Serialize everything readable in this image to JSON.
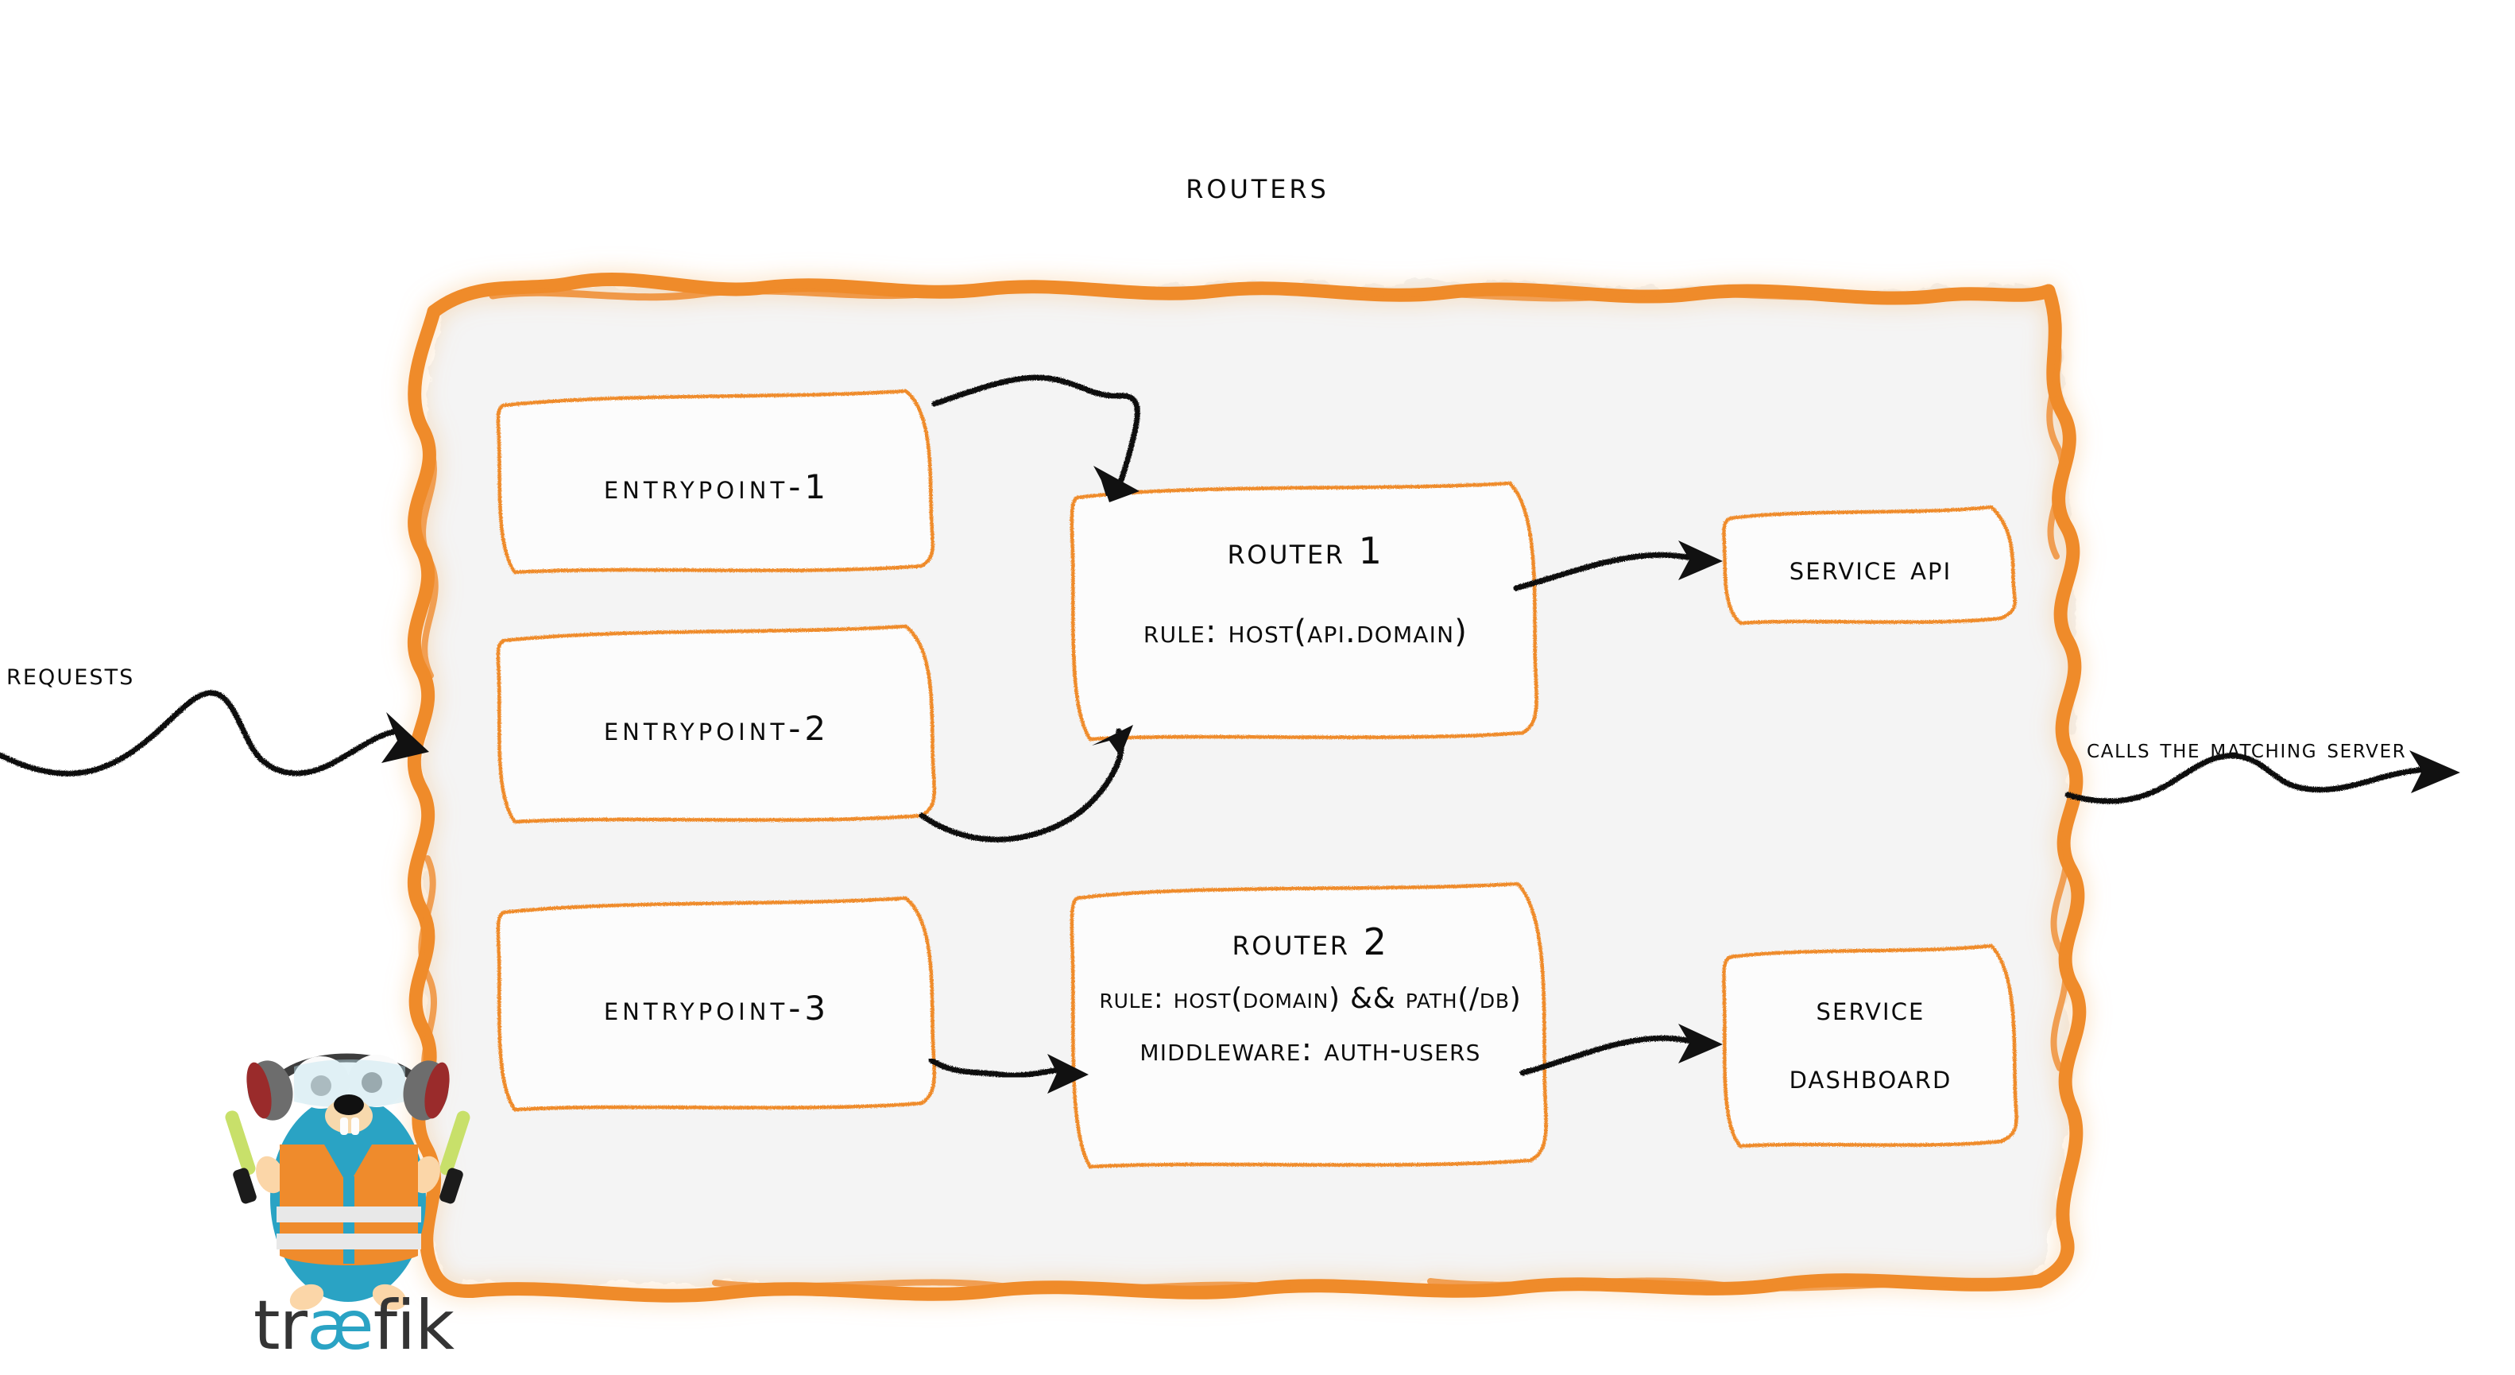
{
  "diagram": {
    "title": "Routers",
    "type": "traefik-routing-architecture",
    "colors": {
      "accent_orange": "#ef8b2c",
      "panel_background": "#f5f5f5",
      "node_background": "#fbfbfb",
      "stroke_black": "#0c0c0c",
      "logo_blue": "#2aa3c4",
      "logo_dark": "#343434",
      "page_background": "#ffffff"
    }
  },
  "labels": {
    "requests": "Requests",
    "calls_server": "Calls the matching server"
  },
  "entrypoints": [
    {
      "id": "entrypoint-1",
      "label": "entrypoint-1"
    },
    {
      "id": "entrypoint-2",
      "label": "entrypoint-2"
    },
    {
      "id": "entrypoint-3",
      "label": "entrypoint-3"
    }
  ],
  "routers": [
    {
      "id": "router-1",
      "title": "Router 1",
      "lines": [
        "rule: Host(api.domain)"
      ]
    },
    {
      "id": "router-2",
      "title": "Router 2",
      "lines": [
        "rule: Host(domain) && Path(/db)",
        "Middleware: auth-users"
      ]
    }
  ],
  "services": [
    {
      "id": "service-api",
      "lines": [
        "Service API"
      ]
    },
    {
      "id": "service-dashboard",
      "lines": [
        "Service",
        "Dashboard"
      ]
    }
  ],
  "connections": [
    {
      "from": "entrypoint-1",
      "to": "router-1"
    },
    {
      "from": "entrypoint-2",
      "to": "router-1"
    },
    {
      "from": "entrypoint-3",
      "to": "router-2"
    },
    {
      "from": "router-1",
      "to": "service-api"
    },
    {
      "from": "router-2",
      "to": "service-dashboard"
    },
    {
      "from": "requests",
      "to": "routers-panel"
    },
    {
      "from": "routers-panel",
      "to": "calls-server"
    }
  ],
  "logo": {
    "name": "traefik",
    "word_start": "tr",
    "word_ligature": "æ",
    "word_end": "fik",
    "mascot": "gopher-with-headphones-and-safety-vest"
  }
}
